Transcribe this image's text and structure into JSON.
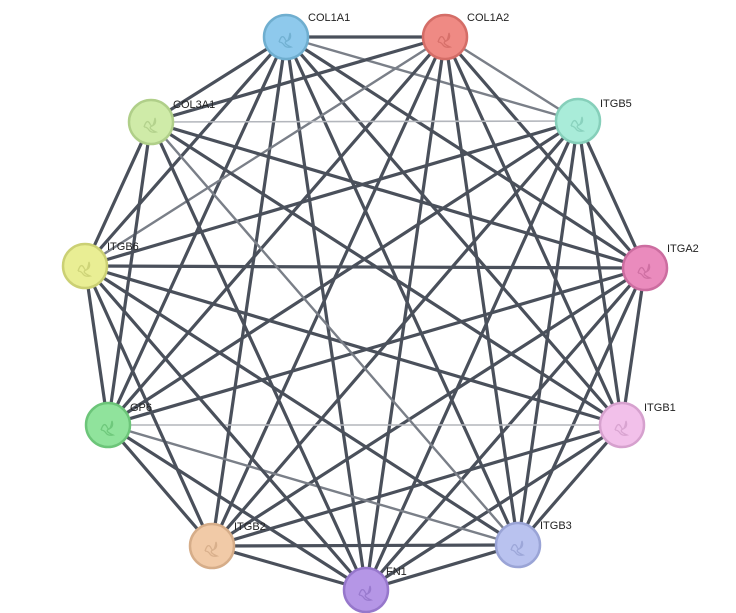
{
  "network": {
    "nodes": [
      {
        "id": "COL1A1",
        "label": "COL1A1",
        "color": "#8ec9ec",
        "stroke": "#6faecf"
      },
      {
        "id": "COL1A2",
        "label": "COL1A2",
        "color": "#ef8a84",
        "stroke": "#d46d67"
      },
      {
        "id": "ITGB5",
        "label": "ITGB5",
        "color": "#a9ecd9",
        "stroke": "#86cfba"
      },
      {
        "id": "ITGA2",
        "label": "ITGA2",
        "color": "#ea8bbd",
        "stroke": "#cc6da0"
      },
      {
        "id": "ITGB1",
        "label": "ITGB1",
        "color": "#f2c0ea",
        "stroke": "#d6a1ce"
      },
      {
        "id": "ITGB3",
        "label": "ITGB3",
        "color": "#b9c2ef",
        "stroke": "#9aa4d6"
      },
      {
        "id": "FN1",
        "label": "FN1",
        "color": "#b596e6",
        "stroke": "#9677cb"
      },
      {
        "id": "ITGB2",
        "label": "ITGB2",
        "color": "#f1caa7",
        "stroke": "#d6ad89"
      },
      {
        "id": "GP6",
        "label": "GP6",
        "color": "#90e39c",
        "stroke": "#6cc579"
      },
      {
        "id": "ITGB6",
        "label": "ITGB6",
        "color": "#e9ee94",
        "stroke": "#cbd074"
      },
      {
        "id": "COL3A1",
        "label": "COL3A1",
        "color": "#cfeba8",
        "stroke": "#b0cf89"
      }
    ],
    "edges": [
      {
        "source": "COL1A1",
        "target": "COL1A2",
        "strength": "strong"
      },
      {
        "source": "COL1A1",
        "target": "ITGB5",
        "strength": "medium"
      },
      {
        "source": "COL1A1",
        "target": "ITGA2",
        "strength": "strong"
      },
      {
        "source": "COL1A1",
        "target": "ITGB1",
        "strength": "strong"
      },
      {
        "source": "COL1A1",
        "target": "ITGB3",
        "strength": "strong"
      },
      {
        "source": "COL1A1",
        "target": "FN1",
        "strength": "strong"
      },
      {
        "source": "COL1A1",
        "target": "ITGB2",
        "strength": "strong"
      },
      {
        "source": "COL1A1",
        "target": "GP6",
        "strength": "strong"
      },
      {
        "source": "COL1A1",
        "target": "ITGB6",
        "strength": "strong"
      },
      {
        "source": "COL1A1",
        "target": "COL3A1",
        "strength": "strong"
      },
      {
        "source": "COL1A2",
        "target": "ITGB5",
        "strength": "medium"
      },
      {
        "source": "COL1A2",
        "target": "ITGA2",
        "strength": "strong"
      },
      {
        "source": "COL1A2",
        "target": "ITGB1",
        "strength": "strong"
      },
      {
        "source": "COL1A2",
        "target": "ITGB3",
        "strength": "strong"
      },
      {
        "source": "COL1A2",
        "target": "FN1",
        "strength": "strong"
      },
      {
        "source": "COL1A2",
        "target": "ITGB2",
        "strength": "strong"
      },
      {
        "source": "COL1A2",
        "target": "GP6",
        "strength": "strong"
      },
      {
        "source": "COL1A2",
        "target": "ITGB6",
        "strength": "medium"
      },
      {
        "source": "COL1A2",
        "target": "COL3A1",
        "strength": "strong"
      },
      {
        "source": "ITGB5",
        "target": "ITGA2",
        "strength": "strong"
      },
      {
        "source": "ITGB5",
        "target": "ITGB1",
        "strength": "strong"
      },
      {
        "source": "ITGB5",
        "target": "ITGB3",
        "strength": "strong"
      },
      {
        "source": "ITGB5",
        "target": "FN1",
        "strength": "strong"
      },
      {
        "source": "ITGB5",
        "target": "ITGB2",
        "strength": "strong"
      },
      {
        "source": "ITGB5",
        "target": "GP6",
        "strength": "strong"
      },
      {
        "source": "ITGB5",
        "target": "ITGB6",
        "strength": "strong"
      },
      {
        "source": "ITGB5",
        "target": "COL3A1",
        "strength": "weak"
      },
      {
        "source": "ITGA2",
        "target": "ITGB1",
        "strength": "strong"
      },
      {
        "source": "ITGA2",
        "target": "ITGB3",
        "strength": "strong"
      },
      {
        "source": "ITGA2",
        "target": "FN1",
        "strength": "strong"
      },
      {
        "source": "ITGA2",
        "target": "ITGB2",
        "strength": "strong"
      },
      {
        "source": "ITGA2",
        "target": "GP6",
        "strength": "strong"
      },
      {
        "source": "ITGA2",
        "target": "ITGB6",
        "strength": "strong"
      },
      {
        "source": "ITGA2",
        "target": "COL3A1",
        "strength": "strong"
      },
      {
        "source": "ITGB1",
        "target": "ITGB3",
        "strength": "strong"
      },
      {
        "source": "ITGB1",
        "target": "FN1",
        "strength": "strong"
      },
      {
        "source": "ITGB1",
        "target": "ITGB2",
        "strength": "strong"
      },
      {
        "source": "ITGB1",
        "target": "GP6",
        "strength": "weak"
      },
      {
        "source": "ITGB1",
        "target": "ITGB6",
        "strength": "strong"
      },
      {
        "source": "ITGB1",
        "target": "COL3A1",
        "strength": "strong"
      },
      {
        "source": "ITGB3",
        "target": "FN1",
        "strength": "strong"
      },
      {
        "source": "ITGB3",
        "target": "ITGB2",
        "strength": "strong"
      },
      {
        "source": "ITGB3",
        "target": "GP6",
        "strength": "medium"
      },
      {
        "source": "ITGB3",
        "target": "ITGB6",
        "strength": "strong"
      },
      {
        "source": "ITGB3",
        "target": "COL3A1",
        "strength": "medium"
      },
      {
        "source": "FN1",
        "target": "ITGB2",
        "strength": "strong"
      },
      {
        "source": "FN1",
        "target": "GP6",
        "strength": "strong"
      },
      {
        "source": "FN1",
        "target": "ITGB6",
        "strength": "strong"
      },
      {
        "source": "FN1",
        "target": "COL3A1",
        "strength": "strong"
      },
      {
        "source": "ITGB2",
        "target": "GP6",
        "strength": "strong"
      },
      {
        "source": "ITGB2",
        "target": "ITGB6",
        "strength": "strong"
      },
      {
        "source": "GP6",
        "target": "ITGB6",
        "strength": "strong"
      },
      {
        "source": "GP6",
        "target": "COL3A1",
        "strength": "strong"
      },
      {
        "source": "ITGB6",
        "target": "COL3A1",
        "strength": "strong"
      }
    ]
  }
}
